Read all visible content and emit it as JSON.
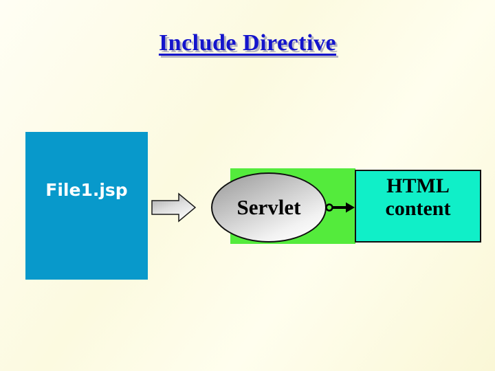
{
  "slide": {
    "title": "Include Directive",
    "title_color": "#1414cc",
    "background_color": "#fdfbe6"
  },
  "diagram": {
    "source_box": {
      "label": "File1.jsp",
      "color": "#0899cb",
      "text_color": "#ffffff"
    },
    "flow_arrow": {
      "name": "right-block-arrow",
      "fill": "gray-gradient",
      "outline": "#1a1a1a"
    },
    "container_box": {
      "color": "#54eb3c"
    },
    "servlet_ellipse": {
      "label": "Servlet",
      "fill": "gray-gradient",
      "outline": "#101010"
    },
    "connector": {
      "name": "circle-tail-arrow",
      "color": "#000000"
    },
    "output_box": {
      "lines": [
        "HTML",
        "content"
      ],
      "color": "#10efc8",
      "outline": "#101010"
    }
  }
}
